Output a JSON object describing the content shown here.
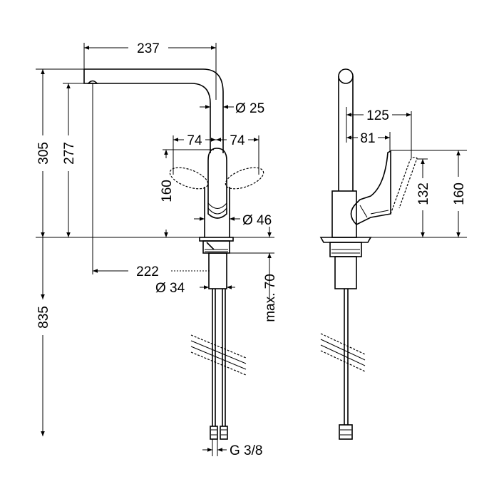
{
  "front_view": {
    "spout_length": "237",
    "total_height": "305",
    "spout_height": "277",
    "spout_diameter": "Ø 25",
    "lever_swing_left": "74",
    "lever_swing_right": "74",
    "lever_height": "160",
    "body_diameter": "Ø 46",
    "spout_reach": "222",
    "shank_diameter": "Ø 34",
    "max_counter_thickness": "max. 70",
    "hose_length": "835",
    "connection_thread": "G 3/8"
  },
  "side_view": {
    "lever_reach_open": "125",
    "lever_reach_closed": "81",
    "lever_height_open": "132",
    "lever_height_closed": "160"
  }
}
